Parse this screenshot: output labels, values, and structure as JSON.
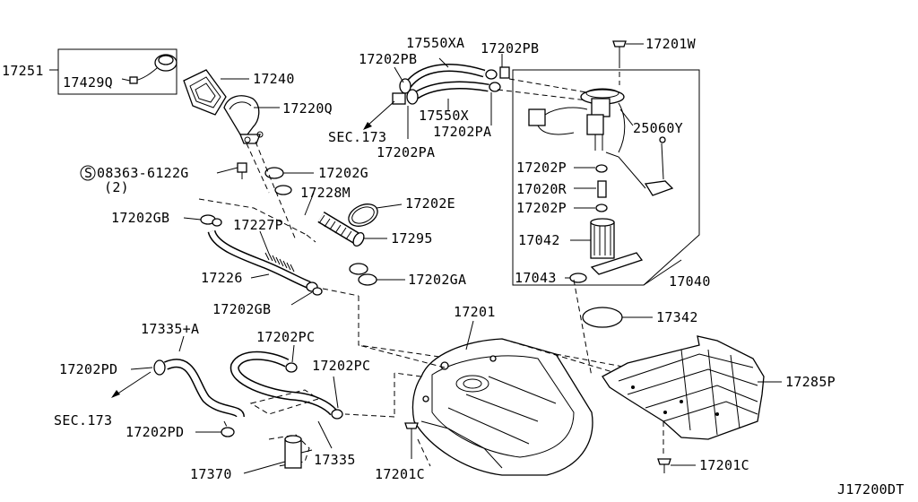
{
  "diagram": {
    "code": "J17200DT",
    "callouts": {
      "p17251": "17251",
      "p17429Q": "17429Q",
      "p17240": "17240",
      "p17220Q": "17220Q",
      "p08363": "08363-6122G",
      "p08363_qty": "(2)",
      "p17202G": "17202G",
      "p17228M": "17228M",
      "p17202E": "17202E",
      "p17295": "17295",
      "p17202GB_top": "17202GB",
      "p17227P": "17227P",
      "p17226": "17226",
      "p17202GA": "17202GA",
      "p17202GB_bot": "17202GB",
      "p17550XA": "17550XA",
      "p17202PB_left": "17202PB",
      "p17202PB_right": "17202PB",
      "p17550X": "17550X",
      "p17202PA_right": "17202PA",
      "p17202PA_left": "17202PA",
      "sec173_top": "SEC.173",
      "p17201W": "17201W",
      "p25060Y": "25060Y",
      "p17202P_top": "17202P",
      "p17020R": "17020R",
      "p17202P_bot": "17202P",
      "p17042": "17042",
      "p17043": "17043",
      "p17040": "17040",
      "p17342": "17342",
      "p17201": "17201",
      "p17335A": "17335+A",
      "p17202PC_top": "17202PC",
      "p17202PC_mid": "17202PC",
      "p17202PD_top": "17202PD",
      "sec173_bot": "SEC.173",
      "p17202PD_bot": "17202PD",
      "p17335": "17335",
      "p17370": "17370",
      "p17201C_left": "17201C",
      "p17285P": "17285P",
      "p17201C_right": "17201C"
    }
  }
}
